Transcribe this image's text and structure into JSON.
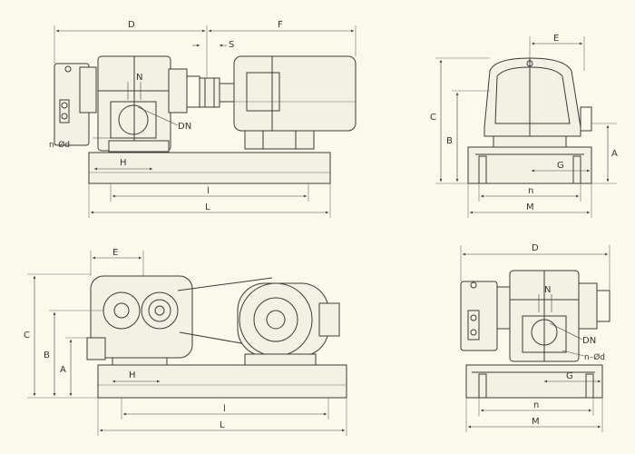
{
  "views": {
    "front_top": {
      "labels": {
        "D": "D",
        "F": "F",
        "S": "S",
        "N": "N",
        "DN": "DN",
        "n_phi": "n–Ød",
        "H": "H",
        "l": "l",
        "L": "L"
      }
    },
    "side_top": {
      "labels": {
        "E": "E",
        "C": "C",
        "B": "B",
        "A": "A",
        "G": "G",
        "n": "n",
        "M": "M"
      }
    },
    "belt_view": {
      "labels": {
        "E": "E",
        "C": "C",
        "B": "B",
        "A": "A",
        "H": "H",
        "l": "l",
        "L": "L"
      }
    },
    "side_bottom": {
      "labels": {
        "D": "D",
        "N": "N",
        "DN": "DN",
        "n_phi": "n–Ød",
        "G": "G",
        "n": "n",
        "M": "M"
      }
    }
  }
}
